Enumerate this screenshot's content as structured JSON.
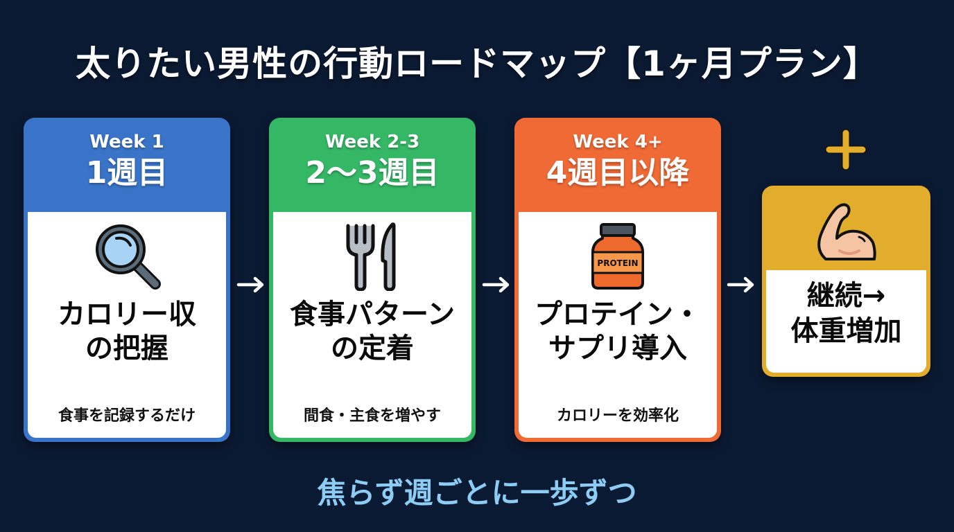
{
  "title": "太りたい男性の行動ロードマップ【1ヶ月プラン】",
  "colors": {
    "background": "#0b1a33",
    "week1": "#3a74c8",
    "week2_3": "#35b866",
    "week4": "#f06a35",
    "goal": "#e2ac2c",
    "footer_text": "#8dcdf5"
  },
  "steps": [
    {
      "week_en": "Week 1",
      "week_jp": "1週目",
      "icon": "magnifying-glass-icon",
      "main_line1": "カロリー収",
      "main_line2": "の把握",
      "sub": "食事を記録するだけ"
    },
    {
      "week_en": "Week 2-3",
      "week_jp": "2〜3週目",
      "icon": "fork-knife-icon",
      "main_line1": "食事パターン",
      "main_line2": "の定着",
      "sub": "間食・主食を増やす"
    },
    {
      "week_en": "Week 4+",
      "week_jp": "4週目以降",
      "icon": "protein-jar-icon",
      "icon_label": "PROTEIN",
      "main_line1": "プロテイン・",
      "main_line2": "サプリ導入",
      "sub": "カロリーを効率化"
    }
  ],
  "goal": {
    "icon": "flexed-bicep-icon",
    "plus_icon": "plus-icon",
    "line1": "継続→",
    "line2": "体重増加"
  },
  "footer": "焦らず週ごとに一歩ずつ"
}
